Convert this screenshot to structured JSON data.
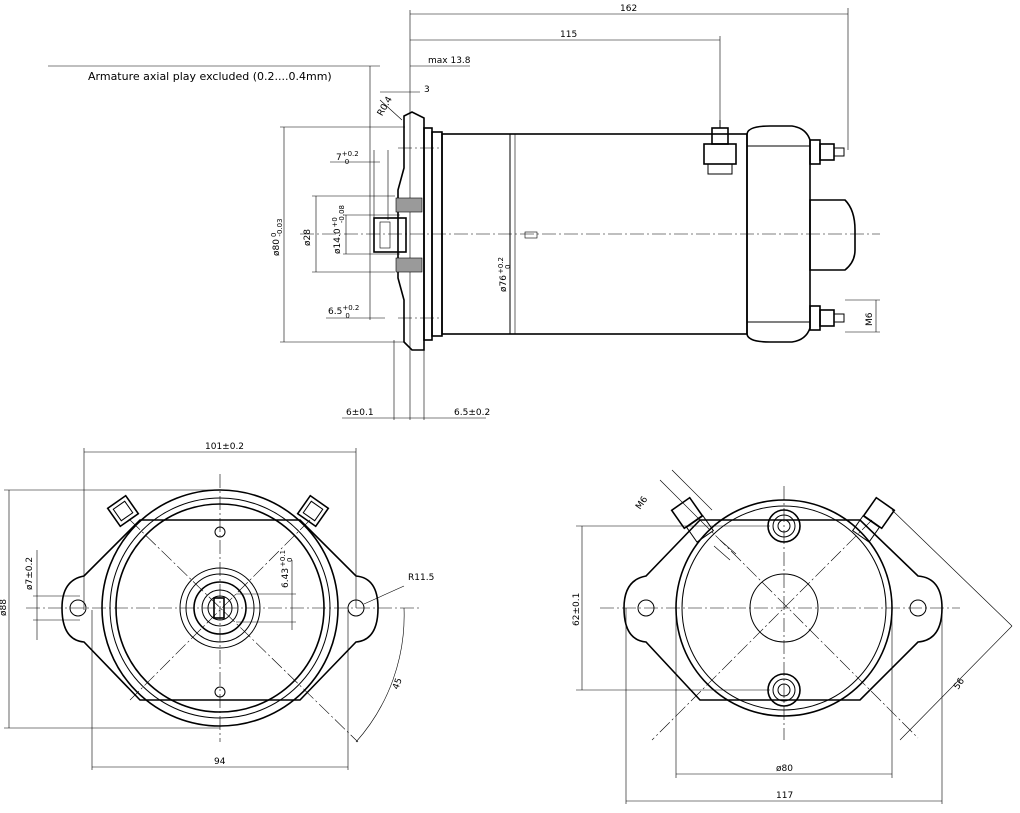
{
  "note": "Armature axial play excluded (0.2....0.4mm)",
  "dims": {
    "overall_length": "162",
    "to_terminal": "115",
    "max_shaft": "max 13.8",
    "shaft_step": "3",
    "radius_04": "R0.4",
    "dia_80": "ø80",
    "dia_80_tol": "0",
    "dia_80_tol2": "-0.03",
    "dia_28": "ø28",
    "dia_14": "ø14.0",
    "dia_14_tol": "+0",
    "dia_14_tol2": "-0.08",
    "key_7": "7",
    "key_7_tol": "+0.2",
    "key_7_tol2": "0",
    "key_65": "6.5",
    "key_65_tol": "+0.2",
    "key_65_tol2": "0",
    "dia_76": "ø76",
    "dia_76_tol": "+0.2",
    "dia_76_tol2": "0",
    "flange_6": "6±0.1",
    "flange_65": "6.5±0.2",
    "m6_side": "M6",
    "width_101": "101±0.2",
    "height_88": "ø88",
    "hole_7": "ø7±0.2",
    "key_643": "6.43",
    "key_643_tol": "+0.1",
    "key_643_tol2": "0",
    "r115": "R11.5",
    "angle_45": "45",
    "width_94": "94",
    "m6_rear": "M6",
    "height_62": "62±0.1",
    "dia_80_rear": "ø80",
    "width_117": "117",
    "dist_56": "56"
  }
}
